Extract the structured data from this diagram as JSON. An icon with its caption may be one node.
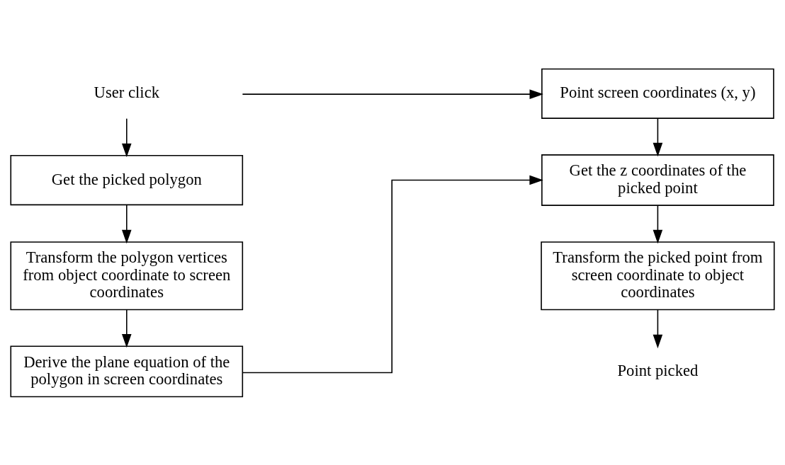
{
  "diagram": {
    "nodes": [
      {
        "text": [
          "User click"
        ]
      },
      {
        "text": [
          "Point screen coordinates (x, y)"
        ]
      },
      {
        "text": [
          "Get the picked polygon"
        ]
      },
      {
        "text": [
          "Transform the polygon vertices from object coordinate to screen coordinates"
        ]
      },
      {
        "text": [
          "Derive the plane equation of the polygon in screen coordinates"
        ]
      },
      {
        "text": [
          "Get the z coordinates of the picked point"
        ]
      },
      {
        "text": [
          "Transform the picked point from screen coordinate to object coordinates"
        ]
      },
      {
        "text": [
          "Point picked"
        ]
      }
    ],
    "edges": [
      {
        "from": 0,
        "to": 1,
        "arrow": "to"
      },
      {
        "from": 0,
        "to": 2,
        "arrow": "to"
      },
      {
        "from": 2,
        "to": 3,
        "arrow": "to"
      },
      {
        "from": 3,
        "to": 4,
        "arrow": "to"
      },
      {
        "from": 4,
        "to": 5,
        "arrow": "to"
      },
      {
        "from": 1,
        "to": 5,
        "arrow": "to"
      },
      {
        "from": 5,
        "to": 6,
        "arrow": "to"
      },
      {
        "from": 6,
        "to": 7,
        "arrow": "to"
      }
    ]
  }
}
